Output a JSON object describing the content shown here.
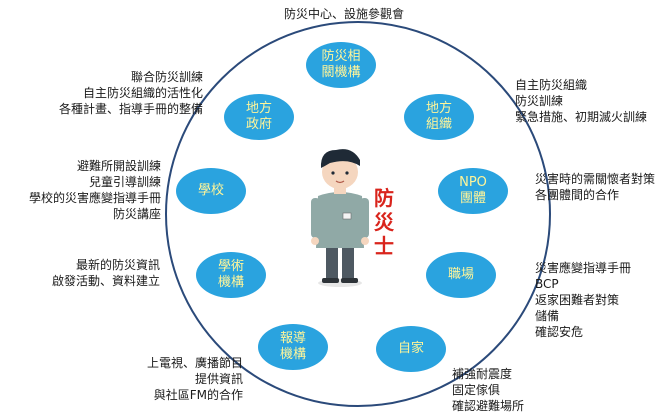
{
  "header": {
    "title": "防災中心、設施參觀會"
  },
  "center": {
    "label": "防災士"
  },
  "colors": {
    "node_fill": "#2aa3df",
    "node_text": "#fff59a",
    "center_text": "#d9241c",
    "ring": "#2b4a7a"
  },
  "nodes": [
    {
      "id": "related-orgs",
      "lines": [
        "防災相",
        "關機構"
      ]
    },
    {
      "id": "local-org",
      "lines": [
        "地方",
        "組織"
      ]
    },
    {
      "id": "npo",
      "lines": [
        "NPO",
        "團體"
      ]
    },
    {
      "id": "workplace",
      "lines": [
        "職場"
      ]
    },
    {
      "id": "home",
      "lines": [
        "自家"
      ]
    },
    {
      "id": "media",
      "lines": [
        "報導",
        "機構"
      ]
    },
    {
      "id": "academic",
      "lines": [
        "學術",
        "機構"
      ]
    },
    {
      "id": "school",
      "lines": [
        "學校"
      ]
    },
    {
      "id": "local-gov",
      "lines": [
        "地方",
        "政府"
      ]
    }
  ],
  "notes": {
    "local_gov": [
      "聯合防災訓練",
      "自主防災組織的活性化",
      "各種計畫、指導手冊的整備"
    ],
    "local_org": [
      "自主防災組織",
      "防災訓練",
      "緊急措施、初期滅火訓練"
    ],
    "school": [
      "避難所開設訓練",
      "兒童引導訓練",
      "學校的災害應變指導手冊",
      "防災講座"
    ],
    "npo": [
      "災害時的需關懷者對策",
      "各團體間的合作"
    ],
    "academic": [
      "最新的防災資訊",
      "啟發活動、資料建立"
    ],
    "workplace": [
      "災害應變指導手冊",
      "BCP",
      "返家困難者對策",
      "儲備",
      "確認安危"
    ],
    "media": [
      "上電視、廣播節目",
      "提供資訊",
      "與社區FM的合作"
    ],
    "home": [
      "補強耐震度",
      "固定傢俱",
      "確認避難場所"
    ]
  }
}
